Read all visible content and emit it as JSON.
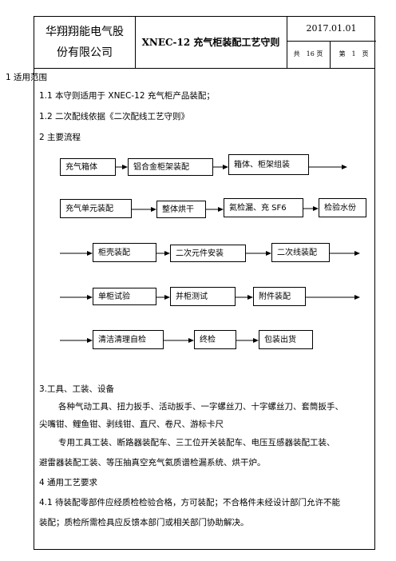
{
  "header": {
    "company_line1": "华翔翔能电气股",
    "company_line2": "份有限公司",
    "title": "XNEC-12 充气柜装配工艺守则",
    "date": "2017.01.01",
    "total_pages": "共　16 页",
    "page_no": "第　1　页"
  },
  "sections": {
    "s1_title": "1  适用范围",
    "s1_1": "1.1 本守则适用于 XNEC-12 充气柜产品装配；",
    "s1_2": "1.2 二次配线依据《二次配线工艺守则》",
    "s2_title": "2  主要流程",
    "s3_title": "3.工具、工装、设备",
    "s3_line1": "各种气动工具、扭力扳手、活动扳手、一字螺丝刀、十字螺丝刀、套筒扳手、",
    "s3_line2": "尖嘴钳、鲤鱼钳、剥线钳、直尺、卷尺、游标卡尺",
    "s3_line3": "专用工具工装、断路器装配车、三工位开关装配车、电压互感器装配工装、",
    "s3_line4": "避雷器装配工装、等压抽真空充气氦质谱检漏系统、烘干炉。",
    "s4_title": "4  通用工艺要求",
    "s4_1_line1": "4.1  待装配零部件应经质检检验合格，方可装配；不合格件未经设计部门允许不能",
    "s4_1_line2": "装配；质检所需检具应反馈本部门或相关部门协助解决。"
  },
  "flow": {
    "row1": [
      "充气箱体",
      "铝合金柜架装配",
      "箱体、柜架组装"
    ],
    "row2": [
      "充气单元装配",
      "整体烘干",
      "氦检漏、充 SF6",
      "检验水份"
    ],
    "row3": [
      "柜壳装配",
      "二次元件安装",
      "二次线装配"
    ],
    "row4": [
      "单柜试验",
      "并柜测试",
      "附件装配"
    ],
    "row5": [
      "清洁清理自检",
      "终检",
      "包装出货"
    ]
  }
}
